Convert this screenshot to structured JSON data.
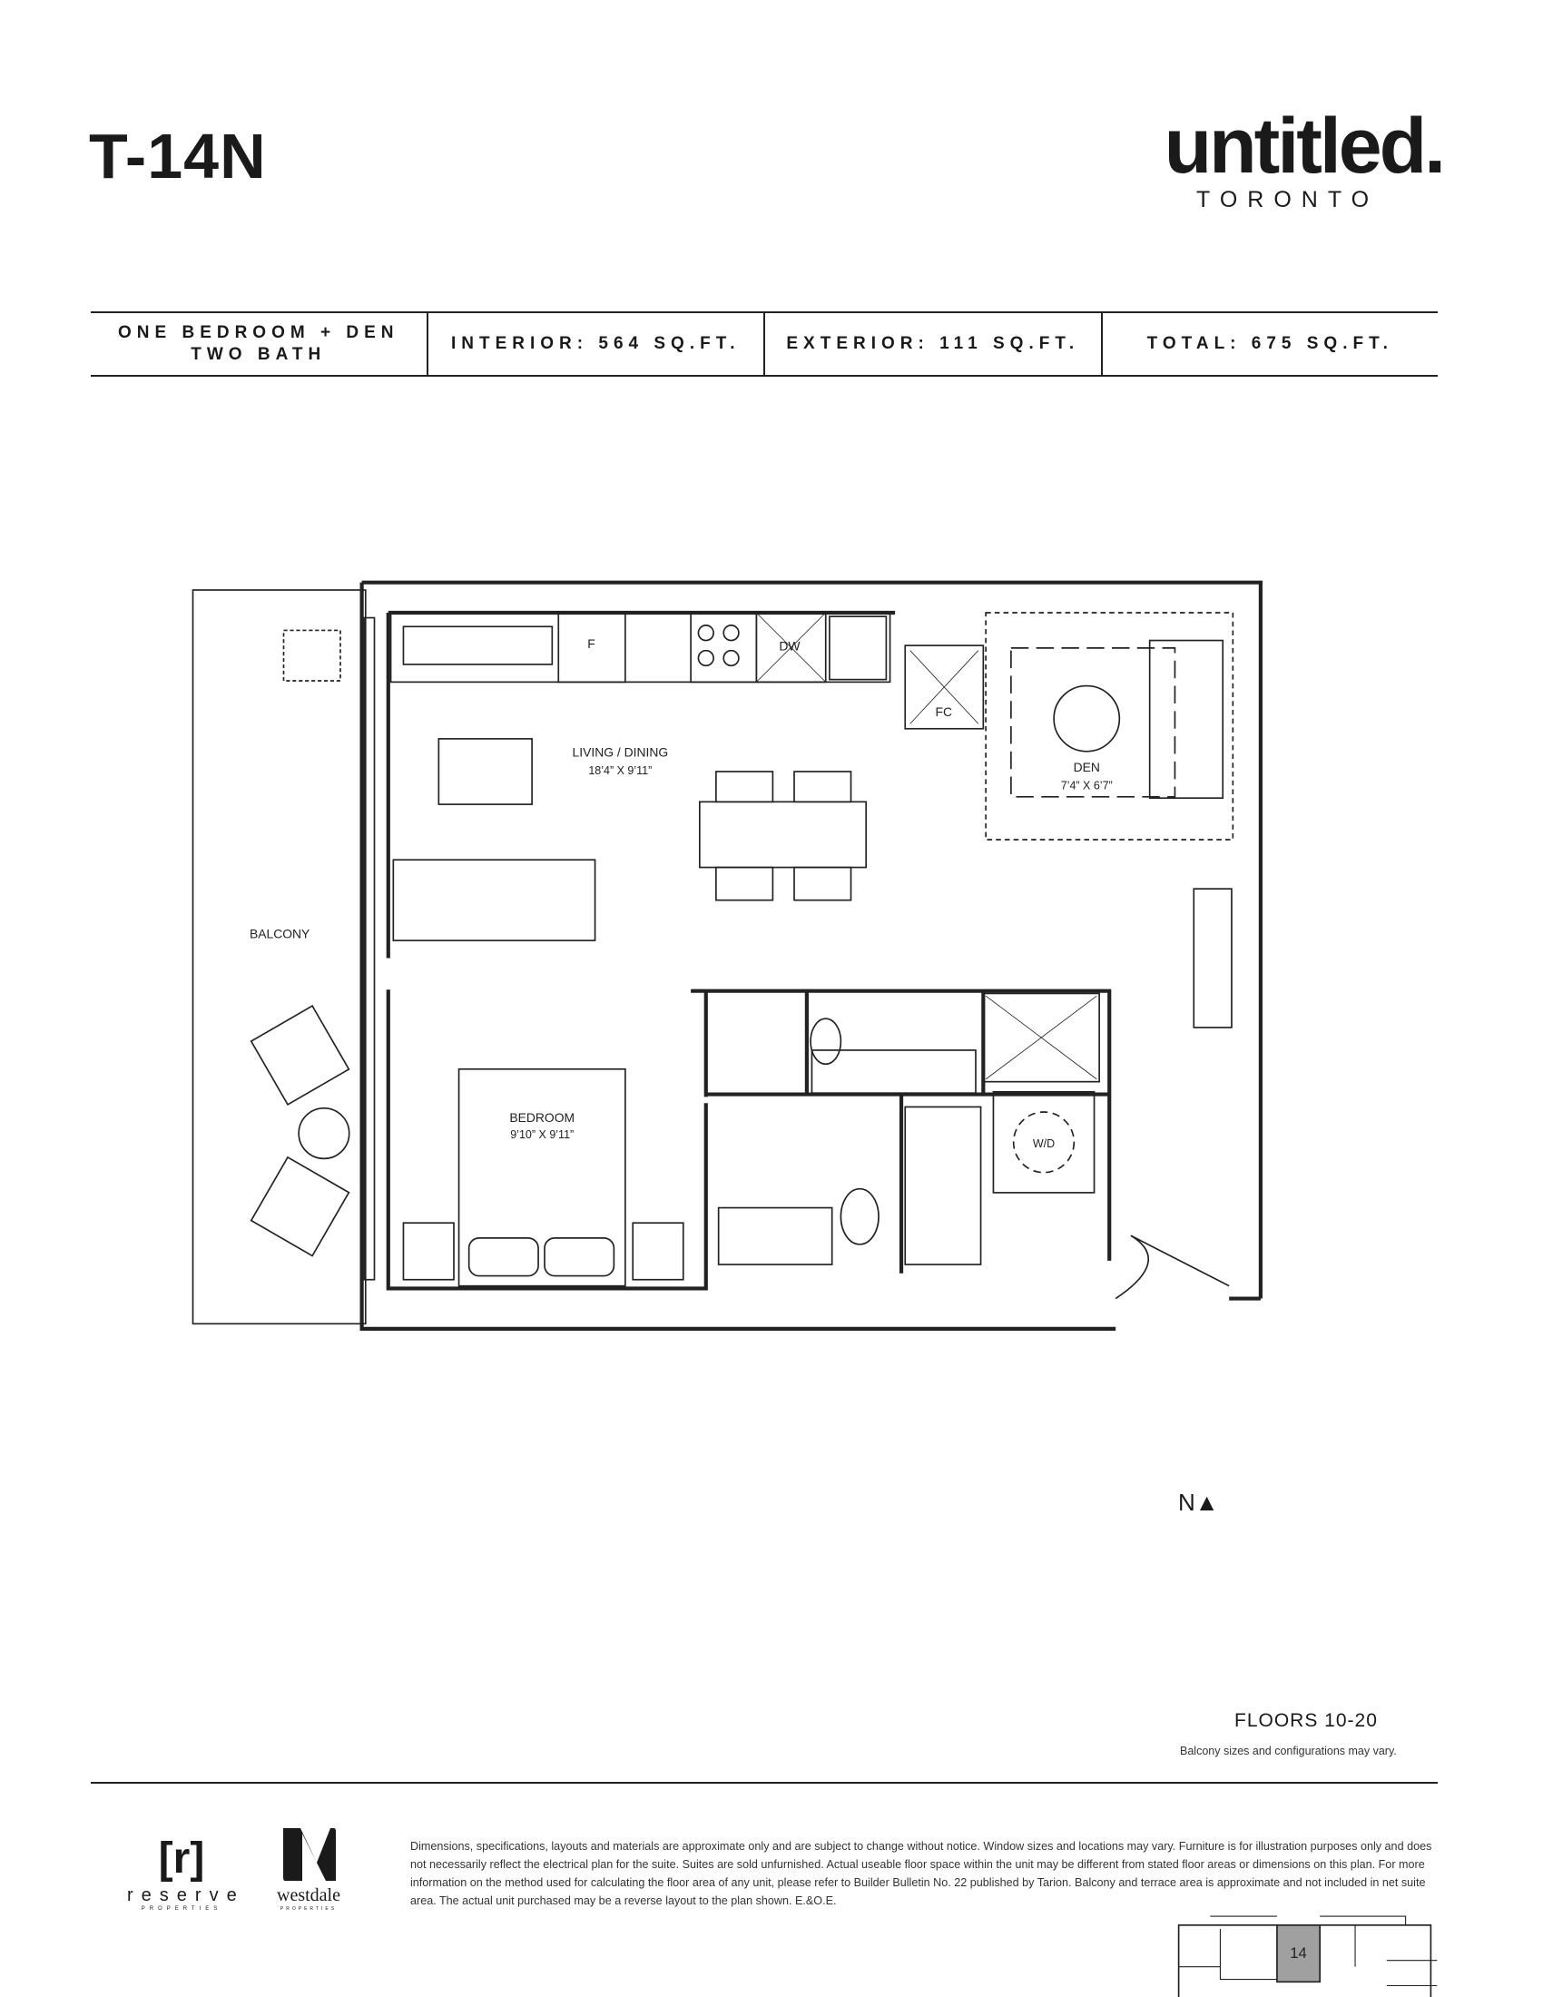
{
  "header": {
    "unit_title": "T-14N",
    "brand": "untitled.",
    "brand_city": "TORONTO"
  },
  "specs": {
    "type_line1": "ONE BEDROOM + DEN",
    "type_line2": "TWO BATH",
    "interior": "INTERIOR: 564 SQ.FT.",
    "exterior": "EXTERIOR: 111 SQ.FT.",
    "total": "TOTAL: 675 SQ.FT."
  },
  "plan": {
    "living_label": "LIVING / DINING",
    "living_dims": "18’4” X 9’11”",
    "den_label": "DEN",
    "den_dims": "7’4” X 6’7”",
    "bedroom_label": "BEDROOM",
    "bedroom_dims": "9’10” X 9’11”",
    "balcony_label": "BALCONY",
    "fridge": "F",
    "dishwasher": "DW",
    "closet": "FC",
    "laundry": "W/D"
  },
  "keyplan": {
    "north": "N▲",
    "unit_number": "14",
    "floors": "FLOORS 10-20",
    "note": "Balcony sizes and configurations may vary.",
    "highlight_color": "#a0a0a0"
  },
  "footer": {
    "disclaimer": "Dimensions, specifications, layouts and materials are approximate only and are subject to change without notice. Window sizes and locations may vary. Furniture is for illustration purposes only and does not necessarily reflect the electrical plan for the suite. Suites are sold unfurnished. Actual useable floor space within the unit may be different from stated floor areas or dimensions on this plan.  For more information on the method used for calculating the floor area of any unit, please refer to Builder Bulletin No. 22 published by Tarion. Balcony and terrace area is approximate and not included in net suite area. The actual unit purchased may be a reverse layout to the plan shown. E.&O.E.",
    "reserve_mark": "[r]",
    "reserve_word": "reserve",
    "reserve_sub": "PROPERTIES",
    "westdale_word": "westdale",
    "westdale_sub": "PROPERTIES"
  }
}
